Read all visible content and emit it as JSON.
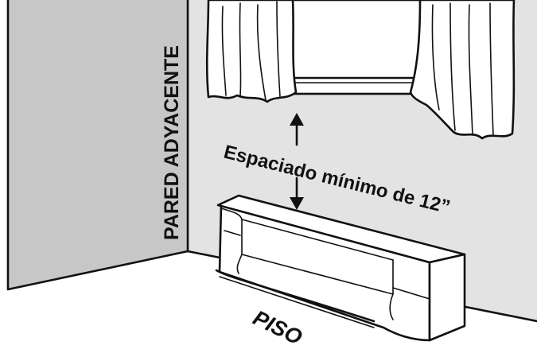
{
  "diagram": {
    "adjacent_wall_label": "PARED ADYACENTE",
    "floor_label": "PISO",
    "clearance_label": "Espaciado mínimo de 12”",
    "colors": {
      "wall": "#e3e3e3",
      "side_wall": "#c7c7c7",
      "floor": "#ffffff",
      "ink": "#111111"
    },
    "icons": [
      "up-arrow-icon",
      "down-arrow-icon"
    ]
  }
}
